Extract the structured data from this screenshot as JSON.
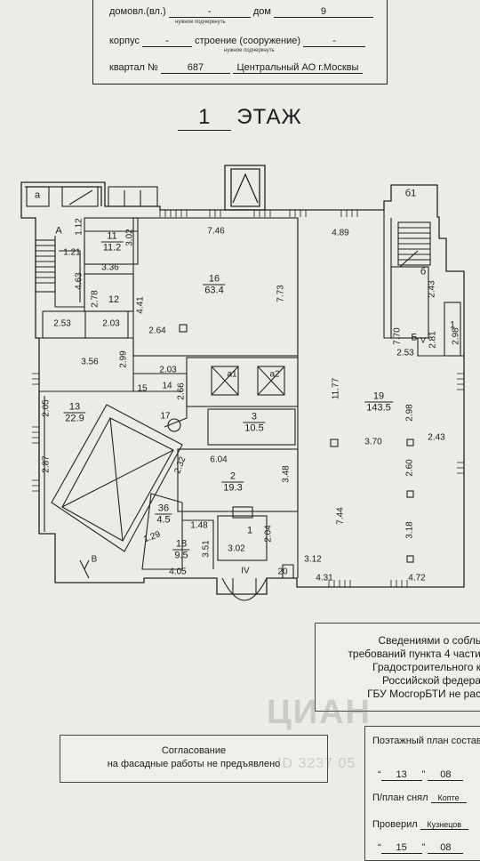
{
  "header": {
    "line1_label_a": "домовл.(вл.)",
    "line1_val_a": "-",
    "line1_label_b": "дом",
    "line1_val_b": "9",
    "hint1": "нужное подчеркнуть",
    "line2_label_a": "корпус",
    "line2_val_a": "-",
    "line2_label_b": "строение (сооружение)",
    "line2_val_b": "-",
    "hint2": "нужное подчеркнуть",
    "line3_label_a": "квартал №",
    "line3_val_a": "687",
    "line3_val_b": "Центральный АО г.Москвы"
  },
  "floor": {
    "number": "1",
    "label": "ЭТАЖ"
  },
  "plan": {
    "rooms": [
      {
        "n": "11",
        "a": "11.2"
      },
      {
        "n": "12",
        "a": ""
      },
      {
        "n": "16",
        "a": "63.4"
      },
      {
        "n": "13",
        "a": "22.9"
      },
      {
        "n": "3",
        "a": "10.5"
      },
      {
        "n": "2",
        "a": "19.3"
      },
      {
        "n": "19",
        "a": "143.5"
      },
      {
        "n": "36",
        "a": "4.5"
      },
      {
        "n": "18",
        "a": "9.5"
      }
    ],
    "dims": [
      "7.46",
      "4.89",
      "1.12",
      "1.21",
      "3.02",
      "3.36",
      "4.63",
      "2.78",
      "4.41",
      "7.73",
      "2.53",
      "2.03",
      "2.64",
      "3.56",
      "2.99",
      "2.03",
      "2.66",
      "2.05",
      "2.87",
      "2.32",
      "6.04",
      "3.48",
      "11.77",
      "2.98",
      "3.70",
      "2.43",
      "2.60",
      "7.44",
      "3.18",
      "1.48",
      "1.29",
      "3.51",
      "3.02",
      "2.04",
      "3.12",
      "4.05",
      "4.31",
      "4.72",
      "2.43",
      "7.70",
      "2.81",
      "2.98",
      "2.53"
    ],
    "marks": [
      "а",
      "б1",
      "А",
      "Б",
      "б",
      "1",
      "15",
      "14",
      "17",
      "а1",
      "а2",
      "1",
      "IV",
      "20",
      "В",
      "V"
    ]
  },
  "right_note": {
    "line1": "Сведениями о собль",
    "line2": "требований пункта 4 части",
    "line3": "Градостроительного к",
    "line4": "Российской федера",
    "line5": "ГБУ МосгорБТИ не рас"
  },
  "agreement": {
    "line1": "Согласование",
    "line2": "на фасадные работы не предъявлено"
  },
  "footer_right": {
    "line1": "Поэтажный план составле",
    "day1": "13",
    "month1": "08",
    "label2": "П/план снял",
    "name2": "Копте",
    "label3": "Проверил",
    "name3": "Кузнецов",
    "day2": "15",
    "month2": "08"
  },
  "watermark": {
    "text": "ЦИАН",
    "id": "ID 3237 05"
  }
}
